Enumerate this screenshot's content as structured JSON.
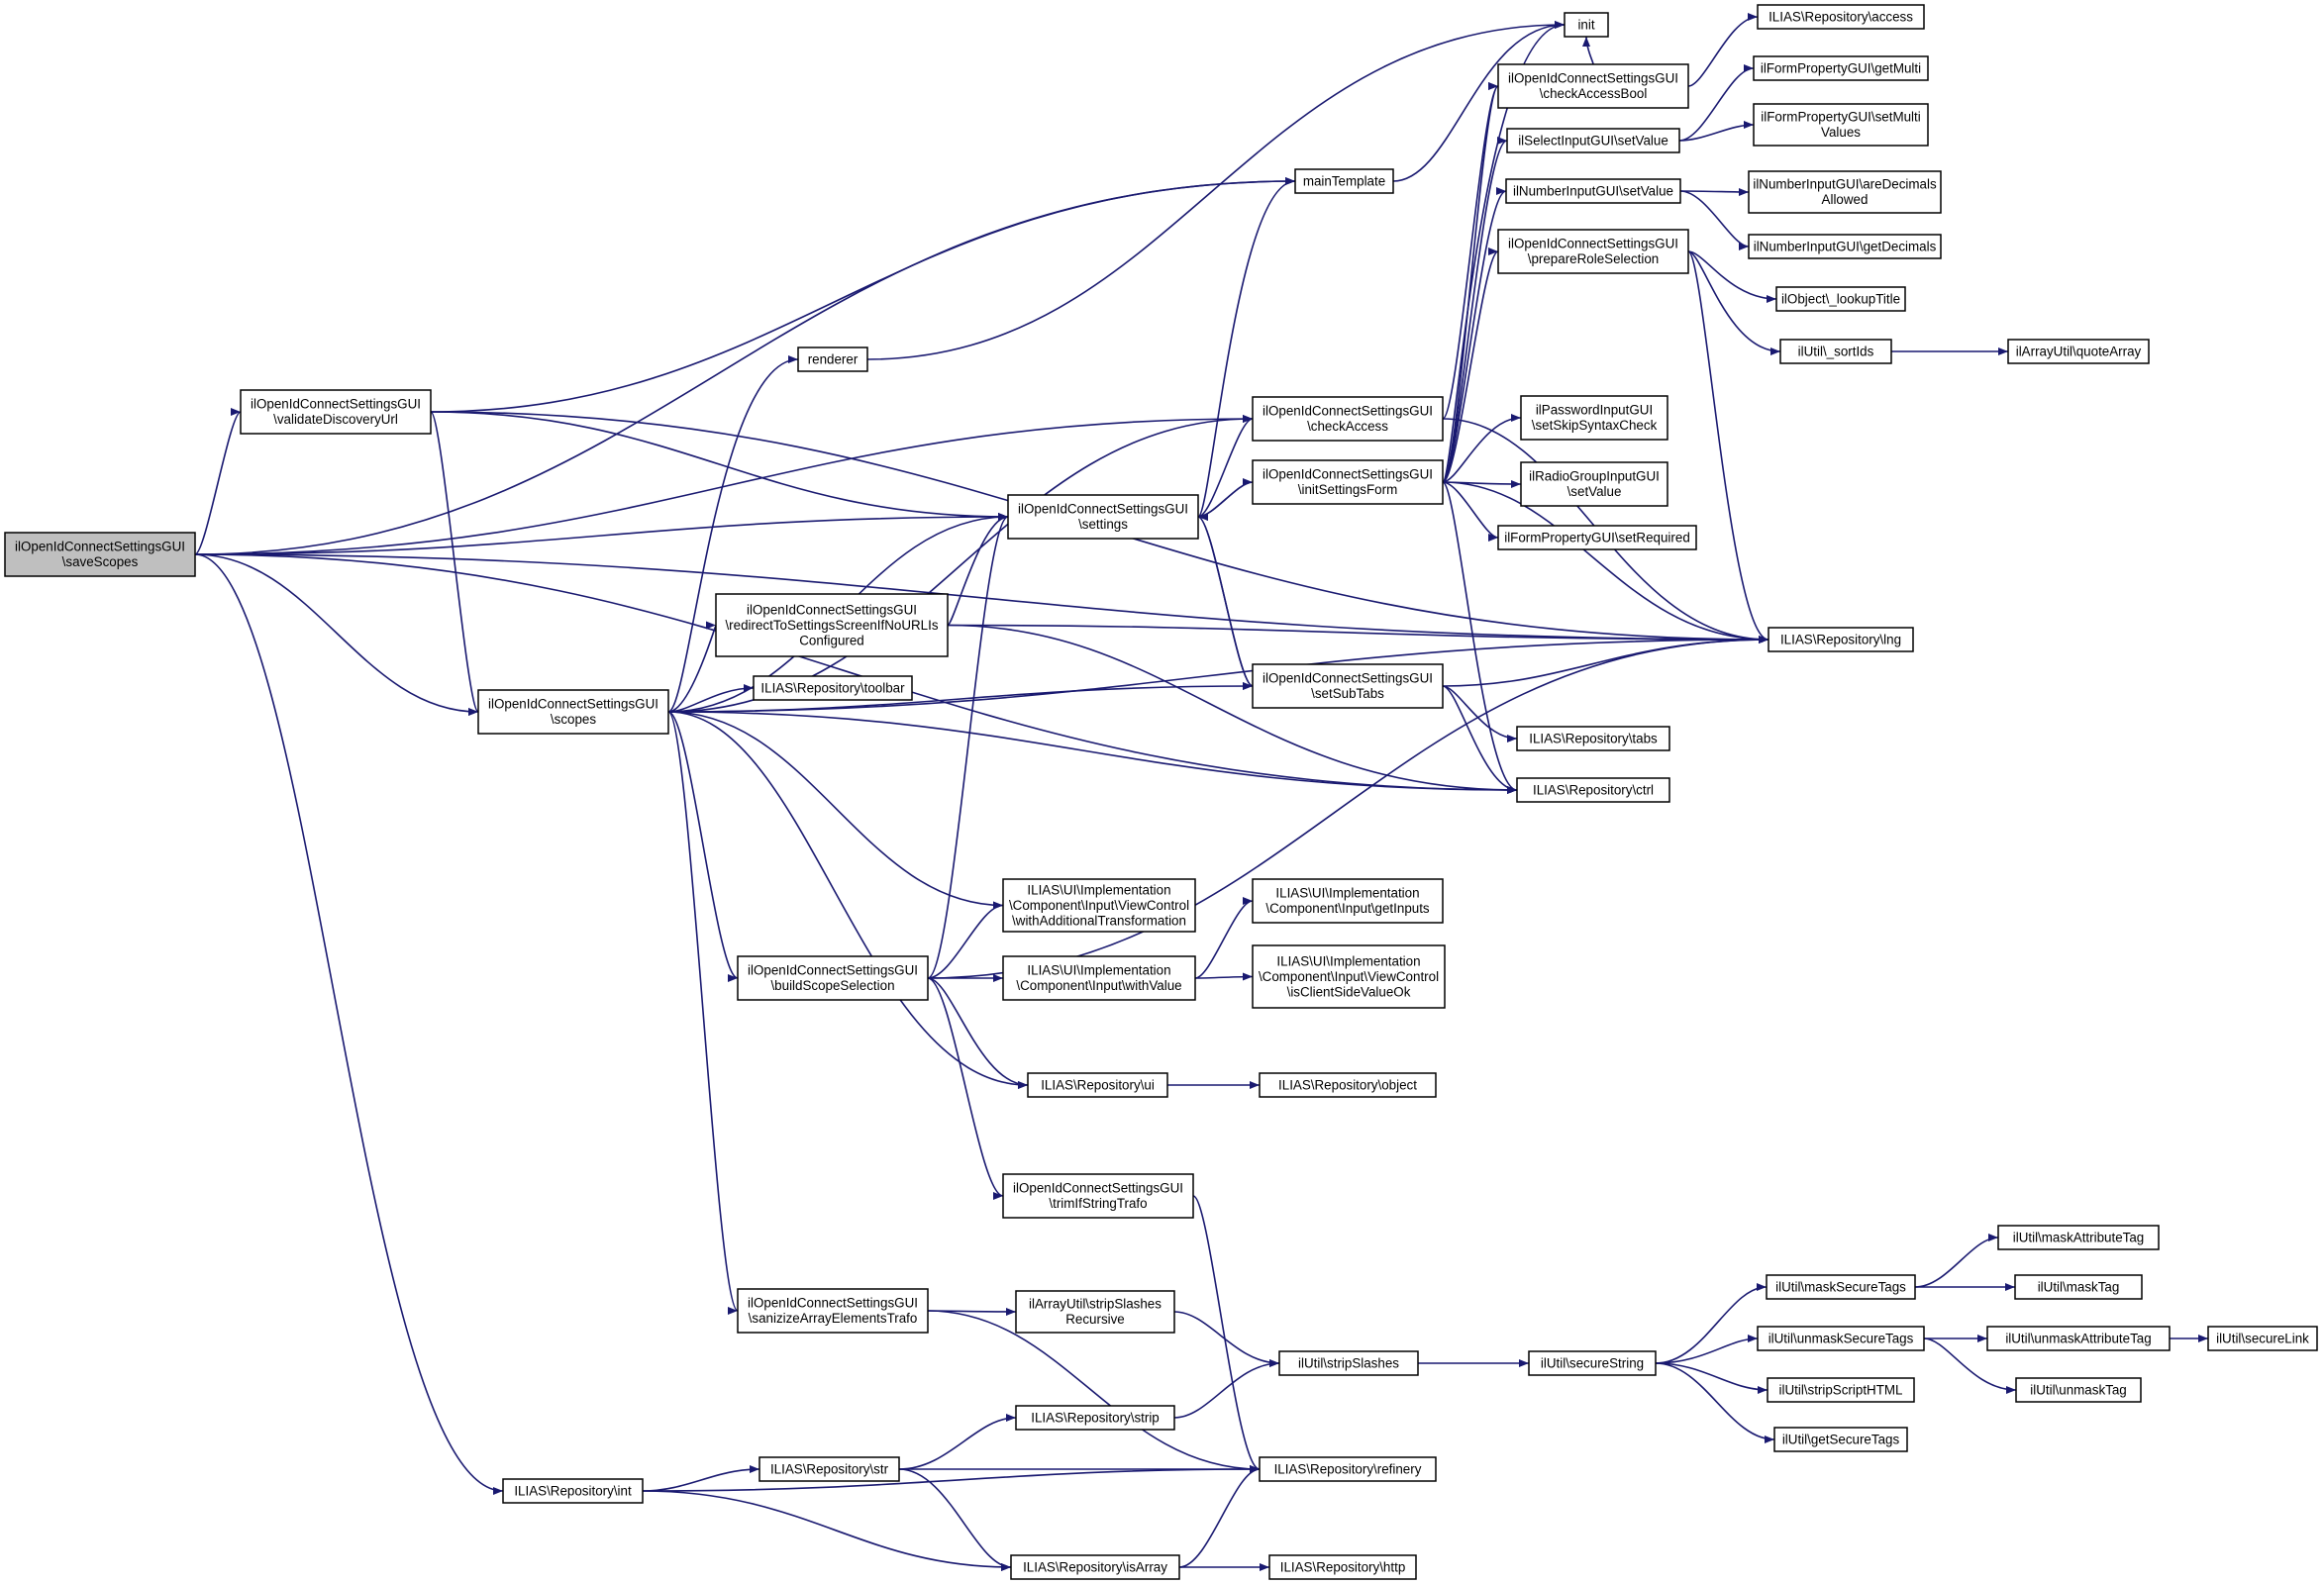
{
  "colors": {
    "edge": "#191970",
    "node_border": "#000000",
    "root_fill": "#bfbfbf",
    "node_fill": "#ffffff"
  },
  "nodes": [
    {
      "id": "saveScopes",
      "lines": [
        "ilOpenIdConnectSettingsGUI",
        "\\saveScopes"
      ],
      "root": true
    },
    {
      "id": "validateDiscoveryUrl",
      "lines": [
        "ilOpenIdConnectSettingsGUI",
        "\\validateDiscoveryUrl"
      ]
    },
    {
      "id": "scopes",
      "lines": [
        "ilOpenIdConnectSettingsGUI",
        "\\scopes"
      ]
    },
    {
      "id": "int",
      "lines": [
        "ILIAS\\Repository\\int"
      ]
    },
    {
      "id": "renderer",
      "lines": [
        "renderer"
      ]
    },
    {
      "id": "redirectToSettings",
      "lines": [
        "ilOpenIdConnectSettingsGUI",
        "\\redirectToSettingsScreenIfNoURLIs",
        "Configured"
      ]
    },
    {
      "id": "toolbar",
      "lines": [
        "ILIAS\\Repository\\toolbar"
      ]
    },
    {
      "id": "buildScopeSelection",
      "lines": [
        "ilOpenIdConnectSettingsGUI",
        "\\buildScopeSelection"
      ]
    },
    {
      "id": "sanitize",
      "lines": [
        "ilOpenIdConnectSettingsGUI",
        "\\sanizizeArrayElementsTrafo"
      ]
    },
    {
      "id": "str",
      "lines": [
        "ILIAS\\Repository\\str"
      ]
    },
    {
      "id": "mainTemplate",
      "lines": [
        "mainTemplate"
      ]
    },
    {
      "id": "settings",
      "lines": [
        "ilOpenIdConnectSettingsGUI",
        "\\settings"
      ]
    },
    {
      "id": "withAdditionalTransformation",
      "lines": [
        "ILIAS\\UI\\Implementation",
        "\\Component\\Input\\ViewControl",
        "\\withAdditionalTransformation"
      ]
    },
    {
      "id": "withValue",
      "lines": [
        "ILIAS\\UI\\Implementation",
        "\\Component\\Input\\withValue"
      ]
    },
    {
      "id": "ui",
      "lines": [
        "ILIAS\\Repository\\ui"
      ]
    },
    {
      "id": "trimIfStringTrafo",
      "lines": [
        "ilOpenIdConnectSettingsGUI",
        "\\trimIfStringTrafo"
      ]
    },
    {
      "id": "stripSlashesRecursive",
      "lines": [
        "ilArrayUtil\\stripSlashes",
        "Recursive"
      ]
    },
    {
      "id": "strip",
      "lines": [
        "ILIAS\\Repository\\strip"
      ]
    },
    {
      "id": "isArray",
      "lines": [
        "ILIAS\\Repository\\isArray"
      ]
    },
    {
      "id": "init",
      "lines": [
        "init"
      ]
    },
    {
      "id": "checkAccess",
      "lines": [
        "ilOpenIdConnectSettingsGUI",
        "\\checkAccess"
      ]
    },
    {
      "id": "initSettingsForm",
      "lines": [
        "ilOpenIdConnectSettingsGUI",
        "\\initSettingsForm"
      ]
    },
    {
      "id": "setSubTabs",
      "lines": [
        "ilOpenIdConnectSettingsGUI",
        "\\setSubTabs"
      ]
    },
    {
      "id": "getInputs",
      "lines": [
        "ILIAS\\UI\\Implementation",
        "\\Component\\Input\\getInputs"
      ]
    },
    {
      "id": "isClientSideValueOk",
      "lines": [
        "ILIAS\\UI\\Implementation",
        "\\Component\\Input\\ViewControl",
        "\\isClientSideValueOk"
      ]
    },
    {
      "id": "object",
      "lines": [
        "ILIAS\\Repository\\object"
      ]
    },
    {
      "id": "stripSlashes",
      "lines": [
        "ilUtil\\stripSlashes"
      ]
    },
    {
      "id": "refinery",
      "lines": [
        "ILIAS\\Repository\\refinery"
      ]
    },
    {
      "id": "http",
      "lines": [
        "ILIAS\\Repository\\http"
      ]
    },
    {
      "id": "checkAccessBool",
      "lines": [
        "ilOpenIdConnectSettingsGUI",
        "\\checkAccessBool"
      ]
    },
    {
      "id": "selectSetValue",
      "lines": [
        "ilSelectInputGUI\\setValue"
      ]
    },
    {
      "id": "numberSetValue",
      "lines": [
        "ilNumberInputGUI\\setValue"
      ]
    },
    {
      "id": "prepareRoleSelection",
      "lines": [
        "ilOpenIdConnectSettingsGUI",
        "\\prepareRoleSelection"
      ]
    },
    {
      "id": "setSkipSyntaxCheck",
      "lines": [
        "ilPasswordInputGUI",
        "\\setSkipSyntaxCheck"
      ]
    },
    {
      "id": "radioSetValue",
      "lines": [
        "ilRadioGroupInputGUI",
        "\\setValue"
      ]
    },
    {
      "id": "setRequired",
      "lines": [
        "ilFormPropertyGUI\\setRequired"
      ]
    },
    {
      "id": "tabs",
      "lines": [
        "ILIAS\\Repository\\tabs"
      ]
    },
    {
      "id": "ctrl",
      "lines": [
        "ILIAS\\Repository\\ctrl"
      ]
    },
    {
      "id": "secureString",
      "lines": [
        "ilUtil\\secureString"
      ]
    },
    {
      "id": "access",
      "lines": [
        "ILIAS\\Repository\\access"
      ]
    },
    {
      "id": "getMulti",
      "lines": [
        "ilFormPropertyGUI\\getMulti"
      ]
    },
    {
      "id": "setMultiValues",
      "lines": [
        "ilFormPropertyGUI\\setMulti",
        "Values"
      ]
    },
    {
      "id": "areDecimalsAllowed",
      "lines": [
        "ilNumberInputGUI\\areDecimals",
        "Allowed"
      ]
    },
    {
      "id": "getDecimals",
      "lines": [
        "ilNumberInputGUI\\getDecimals"
      ]
    },
    {
      "id": "lookupTitle",
      "lines": [
        "ilObject\\_lookupTitle"
      ]
    },
    {
      "id": "sortIds",
      "lines": [
        "ilUtil\\_sortIds"
      ]
    },
    {
      "id": "lng",
      "lines": [
        "ILIAS\\Repository\\lng"
      ]
    },
    {
      "id": "maskSecureTags",
      "lines": [
        "ilUtil\\maskSecureTags"
      ]
    },
    {
      "id": "unmaskSecureTags",
      "lines": [
        "ilUtil\\unmaskSecureTags"
      ]
    },
    {
      "id": "stripScriptHTML",
      "lines": [
        "ilUtil\\stripScriptHTML"
      ]
    },
    {
      "id": "getSecureTags",
      "lines": [
        "ilUtil\\getSecureTags"
      ]
    },
    {
      "id": "quoteArray",
      "lines": [
        "ilArrayUtil\\quoteArray"
      ]
    },
    {
      "id": "maskAttributeTag",
      "lines": [
        "ilUtil\\maskAttributeTag"
      ]
    },
    {
      "id": "maskTag",
      "lines": [
        "ilUtil\\maskTag"
      ]
    },
    {
      "id": "unmaskAttributeTag",
      "lines": [
        "ilUtil\\unmaskAttributeTag"
      ]
    },
    {
      "id": "unmaskTag",
      "lines": [
        "ilUtil\\unmaskTag"
      ]
    },
    {
      "id": "secureLink",
      "lines": [
        "ilUtil\\secureLink"
      ]
    }
  ],
  "edges": [
    [
      "saveScopes",
      "validateDiscoveryUrl"
    ],
    [
      "saveScopes",
      "scopes"
    ],
    [
      "saveScopes",
      "int"
    ],
    [
      "saveScopes",
      "mainTemplate"
    ],
    [
      "saveScopes",
      "settings"
    ],
    [
      "saveScopes",
      "checkAccess"
    ],
    [
      "saveScopes",
      "ctrl"
    ],
    [
      "saveScopes",
      "lng"
    ],
    [
      "validateDiscoveryUrl",
      "mainTemplate"
    ],
    [
      "validateDiscoveryUrl",
      "settings"
    ],
    [
      "validateDiscoveryUrl",
      "scopes"
    ],
    [
      "validateDiscoveryUrl",
      "lng"
    ],
    [
      "scopes",
      "renderer"
    ],
    [
      "scopes",
      "checkAccess"
    ],
    [
      "scopes",
      "settings"
    ],
    [
      "scopes",
      "redirectToSettings"
    ],
    [
      "scopes",
      "toolbar"
    ],
    [
      "scopes",
      "setSubTabs"
    ],
    [
      "scopes",
      "ctrl"
    ],
    [
      "scopes",
      "withAdditionalTransformation"
    ],
    [
      "scopes",
      "buildScopeSelection"
    ],
    [
      "scopes",
      "ui"
    ],
    [
      "scopes",
      "sanitize"
    ],
    [
      "scopes",
      "lng"
    ],
    [
      "renderer",
      "init"
    ],
    [
      "redirectToSettings",
      "settings"
    ],
    [
      "redirectToSettings",
      "lng"
    ],
    [
      "redirectToSettings",
      "ctrl"
    ],
    [
      "buildScopeSelection",
      "settings"
    ],
    [
      "buildScopeSelection",
      "withAdditionalTransformation"
    ],
    [
      "buildScopeSelection",
      "withValue"
    ],
    [
      "buildScopeSelection",
      "ui"
    ],
    [
      "buildScopeSelection",
      "trimIfStringTrafo"
    ],
    [
      "buildScopeSelection",
      "lng"
    ],
    [
      "sanitize",
      "stripSlashesRecursive"
    ],
    [
      "sanitize",
      "refinery"
    ],
    [
      "int",
      "str"
    ],
    [
      "int",
      "refinery"
    ],
    [
      "int",
      "isArray"
    ],
    [
      "str",
      "strip"
    ],
    [
      "str",
      "refinery"
    ],
    [
      "str",
      "isArray"
    ],
    [
      "mainTemplate",
      "init"
    ],
    [
      "settings",
      "mainTemplate"
    ],
    [
      "settings",
      "checkAccess"
    ],
    [
      "settings",
      "initSettingsForm"
    ],
    [
      "settings",
      "setSubTabs"
    ],
    [
      "withValue",
      "getInputs"
    ],
    [
      "withValue",
      "isClientSideValueOk"
    ],
    [
      "ui",
      "object"
    ],
    [
      "trimIfStringTrafo",
      "refinery"
    ],
    [
      "stripSlashesRecursive",
      "stripSlashes"
    ],
    [
      "strip",
      "stripSlashes"
    ],
    [
      "isArray",
      "refinery"
    ],
    [
      "isArray",
      "http"
    ],
    [
      "checkAccess",
      "checkAccessBool"
    ],
    [
      "checkAccess",
      "lng"
    ],
    [
      "initSettingsForm",
      "settings"
    ],
    [
      "initSettingsForm",
      "init"
    ],
    [
      "initSettingsForm",
      "checkAccessBool"
    ],
    [
      "initSettingsForm",
      "selectSetValue"
    ],
    [
      "initSettingsForm",
      "numberSetValue"
    ],
    [
      "initSettingsForm",
      "prepareRoleSelection"
    ],
    [
      "initSettingsForm",
      "setSkipSyntaxCheck"
    ],
    [
      "initSettingsForm",
      "radioSetValue"
    ],
    [
      "initSettingsForm",
      "setRequired"
    ],
    [
      "initSettingsForm",
      "lng"
    ],
    [
      "initSettingsForm",
      "ctrl"
    ],
    [
      "setSubTabs",
      "settings"
    ],
    [
      "setSubTabs",
      "lng"
    ],
    [
      "setSubTabs",
      "tabs"
    ],
    [
      "setSubTabs",
      "ctrl"
    ],
    [
      "stripSlashes",
      "secureString"
    ],
    [
      "checkAccessBool",
      "init"
    ],
    [
      "checkAccessBool",
      "access"
    ],
    [
      "selectSetValue",
      "getMulti"
    ],
    [
      "selectSetValue",
      "setMultiValues"
    ],
    [
      "numberSetValue",
      "areDecimalsAllowed"
    ],
    [
      "numberSetValue",
      "getDecimals"
    ],
    [
      "prepareRoleSelection",
      "lookupTitle"
    ],
    [
      "prepareRoleSelection",
      "sortIds"
    ],
    [
      "prepareRoleSelection",
      "lng"
    ],
    [
      "sortIds",
      "quoteArray"
    ],
    [
      "secureString",
      "maskSecureTags"
    ],
    [
      "secureString",
      "unmaskSecureTags"
    ],
    [
      "secureString",
      "stripScriptHTML"
    ],
    [
      "secureString",
      "getSecureTags"
    ],
    [
      "maskSecureTags",
      "maskAttributeTag"
    ],
    [
      "maskSecureTags",
      "maskTag"
    ],
    [
      "unmaskSecureTags",
      "unmaskAttributeTag"
    ],
    [
      "unmaskSecureTags",
      "unmaskTag"
    ],
    [
      "unmaskAttributeTag",
      "secureLink"
    ]
  ]
}
